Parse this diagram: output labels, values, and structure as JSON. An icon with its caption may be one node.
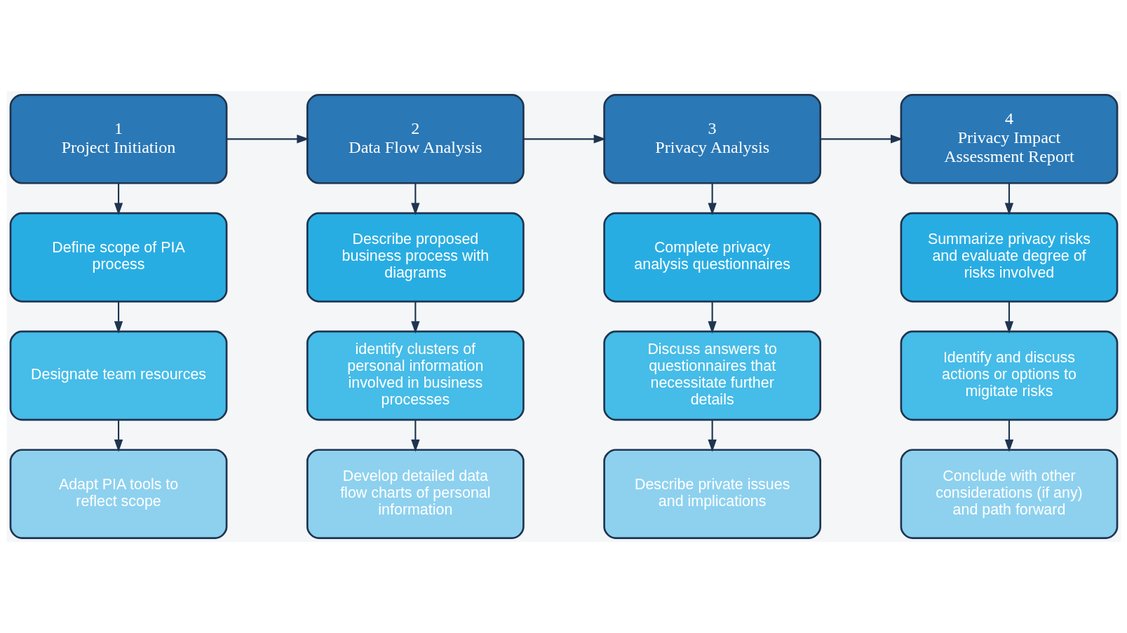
{
  "diagram": {
    "nodes": [
      {
        "text": [
          "1",
          "Project Initiation"
        ]
      },
      {
        "text": [
          "2",
          "Data Flow Analysis"
        ]
      },
      {
        "text": [
          "3",
          "Privacy Analysis"
        ]
      },
      {
        "text": [
          "4",
          "Privacy Impact Assessment Report"
        ]
      },
      {
        "text": [
          "Define scope of PIA process"
        ]
      },
      {
        "text": [
          "Describe proposed business process with diagrams"
        ]
      },
      {
        "text": [
          "Complete privacy analysis questionnaires"
        ]
      },
      {
        "text": [
          "Summarize privacy risks and evaluate degree of risks involved"
        ]
      },
      {
        "text": [
          "Designate team resources"
        ]
      },
      {
        "text": [
          "identify clusters of personal information involved in business processes"
        ]
      },
      {
        "text": [
          "Discuss answers to questionnaires that necessitate further details"
        ]
      },
      {
        "text": [
          "Identify and discuss actions or options to migitate risks"
        ]
      },
      {
        "text": [
          "Adapt PIA tools to reflect scope"
        ]
      },
      {
        "text": [
          "Develop detailed data flow charts of personal information"
        ]
      },
      {
        "text": [
          "Describe private issues and implications"
        ]
      },
      {
        "text": [
          "Conclude with other considerations (if any) and path forward"
        ]
      }
    ],
    "edges": [
      {
        "from": 0,
        "to": 1,
        "arrow": "to"
      },
      {
        "from": 1,
        "to": 2,
        "arrow": "to"
      },
      {
        "from": 2,
        "to": 3,
        "arrow": "to"
      },
      {
        "from": 0,
        "to": 4,
        "arrow": "to"
      },
      {
        "from": 4,
        "to": 8,
        "arrow": "to"
      },
      {
        "from": 8,
        "to": 12,
        "arrow": "to"
      },
      {
        "from": 1,
        "to": 5,
        "arrow": "to"
      },
      {
        "from": 5,
        "to": 9,
        "arrow": "to"
      },
      {
        "from": 9,
        "to": 13,
        "arrow": "to"
      },
      {
        "from": 2,
        "to": 6,
        "arrow": "to"
      },
      {
        "from": 6,
        "to": 10,
        "arrow": "to"
      },
      {
        "from": 10,
        "to": 14,
        "arrow": "to"
      },
      {
        "from": 3,
        "to": 7,
        "arrow": "to"
      },
      {
        "from": 7,
        "to": 11,
        "arrow": "to"
      },
      {
        "from": 11,
        "to": 15,
        "arrow": "to"
      }
    ]
  }
}
